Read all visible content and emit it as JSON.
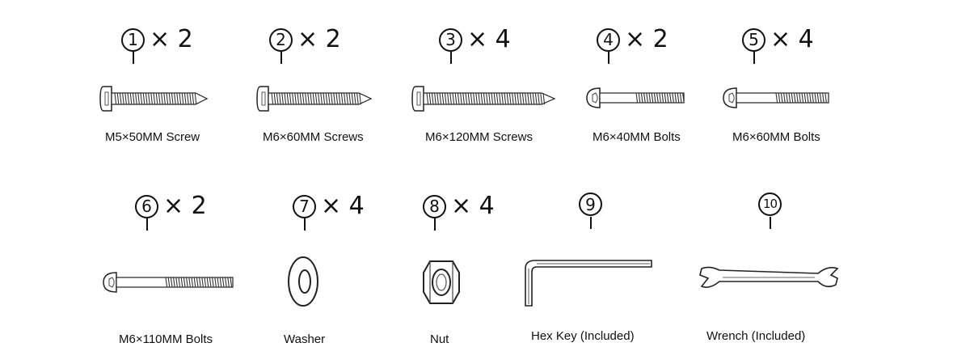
{
  "parts": [
    {
      "number": "1",
      "quantity": "× 2",
      "label": "M5×50MM Screw",
      "icon": "pan-head-screw-icon"
    },
    {
      "number": "2",
      "quantity": "× 2",
      "label": "M6×60MM Screws",
      "icon": "pan-head-screw-icon"
    },
    {
      "number": "3",
      "quantity": "× 4",
      "label": "M6×120MM Screws",
      "icon": "pan-head-screw-icon"
    },
    {
      "number": "4",
      "quantity": "× 2",
      "label": "M6×40MM Bolts",
      "icon": "button-head-bolt-icon"
    },
    {
      "number": "5",
      "quantity": "× 4",
      "label": "M6×60MM Bolts",
      "icon": "button-head-bolt-icon"
    },
    {
      "number": "6",
      "quantity": "× 2",
      "label": "M6×110MM Bolts",
      "icon": "button-head-bolt-icon"
    },
    {
      "number": "7",
      "quantity": "× 4",
      "label": "Washer",
      "icon": "washer-icon"
    },
    {
      "number": "8",
      "quantity": "× 4",
      "label": "Nut",
      "icon": "hex-nut-icon"
    },
    {
      "number": "9",
      "quantity": "",
      "label": "Hex Key (Included)",
      "icon": "hex-key-icon"
    },
    {
      "number": "10",
      "quantity": "",
      "label": "Wrench (Included)",
      "icon": "wrench-icon"
    }
  ]
}
